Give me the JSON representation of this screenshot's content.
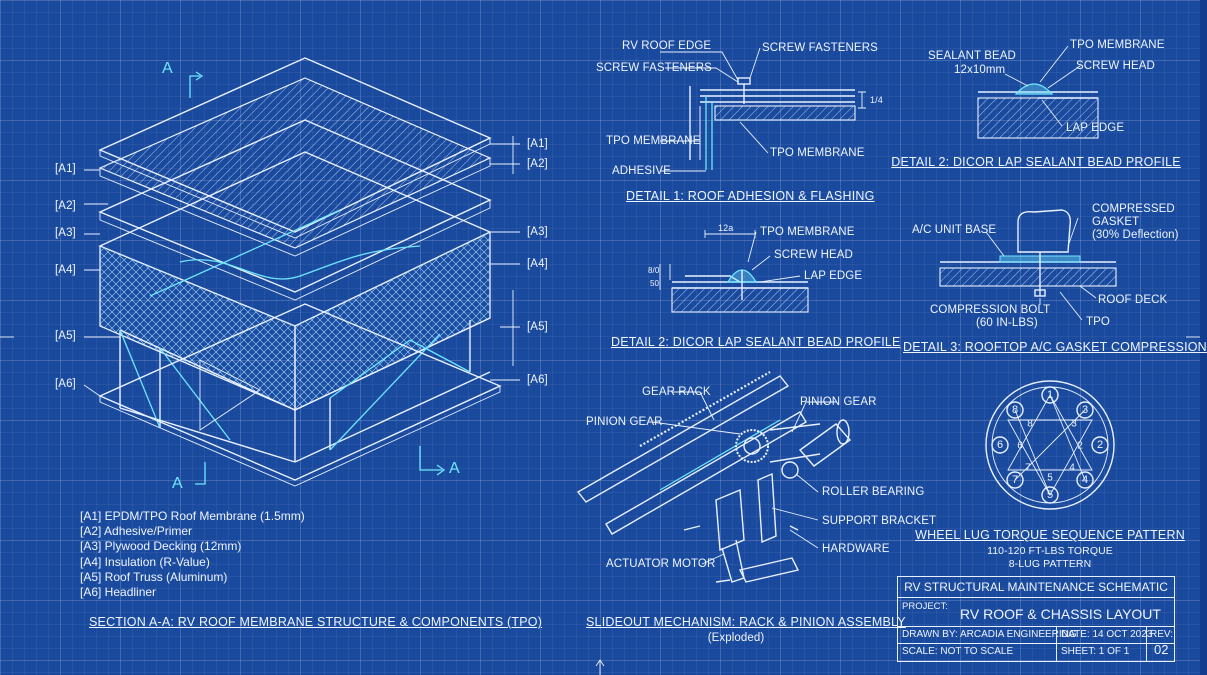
{
  "section": {
    "marker_a": "A",
    "title": "SECTION A-A: RV ROOF MEMBRANE STRUCTURE & COMPONENTS (TPO)",
    "tags": [
      "[A1]",
      "[A2]",
      "[A3]",
      "[A4]",
      "[A5]",
      "[A6]"
    ],
    "legend": [
      "[A1] EPDM/TPO Roof Membrane (1.5mm)",
      "[A2] Adhesive/Primer",
      "[A3] Plywood Decking (12mm)",
      "[A4] Insulation (R-Value)",
      "[A5] Roof Truss (Aluminum)",
      "[A6] Headliner"
    ]
  },
  "detail1": {
    "title": "DETAIL 1: ROOF ADHESION & FLASHING",
    "labels": {
      "rv_roof_edge": "RV ROOF EDGE",
      "screw_fasteners": "SCREW FASTENERS",
      "tpo_membrane": "TPO MEMBRANE",
      "adhesive": "ADHESIVE",
      "dim": "1/4"
    }
  },
  "detail2_center": {
    "title": "DETAIL 2: DICOR LAP SEALANT BEAD PROFILE",
    "labels": {
      "tpo_membrane": "TPO MEMBRANE",
      "screw_head": "SCREW HEAD",
      "lap_edge": "LAP EDGE",
      "dim_top": "12a",
      "dim_side1": "8/0",
      "dim_side2": "50"
    }
  },
  "detail2_right": {
    "title": "DETAIL 2: DICOR LAP SEALANT BEAD PROFILE",
    "labels": {
      "sealant_bead": "SEALANT BEAD",
      "sealant_size": "12x10mm",
      "tpo_membrane": "TPO MEMBRANE",
      "screw_head": "SCREW HEAD",
      "lap_edge": "LAP EDGE"
    }
  },
  "detail3": {
    "title": "DETAIL 3: ROOFTOP A/C GASKET COMPRESSION",
    "labels": {
      "ac_unit_base": "A/C UNIT BASE",
      "compressed_gasket": "COMPRESSED",
      "gasket": "GASKET",
      "deflection": "(30% Deflection)",
      "compression_bolt": "COMPRESSION BOLT",
      "bolt_torque": "(60 IN-LBS)",
      "roof_deck": "ROOF DECK",
      "tpo": "TPO"
    }
  },
  "slideout": {
    "title": "SLIDEOUT MECHANISM: RACK & PINION ASSEMBLY",
    "subtitle": "(Exploded)",
    "labels": {
      "gear_rack": "GEAR RACK",
      "pinion_gear_left": "PINION GEAR",
      "pinion_gear_right": "PINION GEAR",
      "roller_bearing": "ROLLER BEARING",
      "support_bracket": "SUPPORT BRACKET",
      "hardware": "HARDWARE",
      "actuator_motor": "ACTUATOR MOTOR"
    }
  },
  "wheel_lug": {
    "title": "WHEEL LUG TORQUE SEQUENCE PATTERN",
    "torque": "110-120 FT-LBS TORQUE",
    "pattern": "8-LUG PATTERN",
    "outer_numbers": [
      "1",
      "3",
      "2",
      "4",
      "5",
      "7",
      "6",
      "8"
    ],
    "inner_numbers": [
      "8",
      "3",
      "2",
      "4",
      "5",
      "6",
      "7"
    ]
  },
  "title_block": {
    "heading": "RV STRUCTURAL MAINTENANCE SCHEMATIC",
    "project_label": "PROJECT:",
    "project_value": "RV ROOF & CHASSIS LAYOUT",
    "drawn_by": "DRAWN BY: ARCADIA ENGINEERING",
    "date": "DATE: 14 OCT 2023",
    "rev_label": "REV:",
    "scale": "SCALE: NOT TO SCALE",
    "sheet": "SHEET: 1 OF 1",
    "rev_value": "02"
  },
  "colors": {
    "background": "#1a4a9e",
    "line": "#e8f1ff",
    "highlight": "#6ee6ff"
  }
}
